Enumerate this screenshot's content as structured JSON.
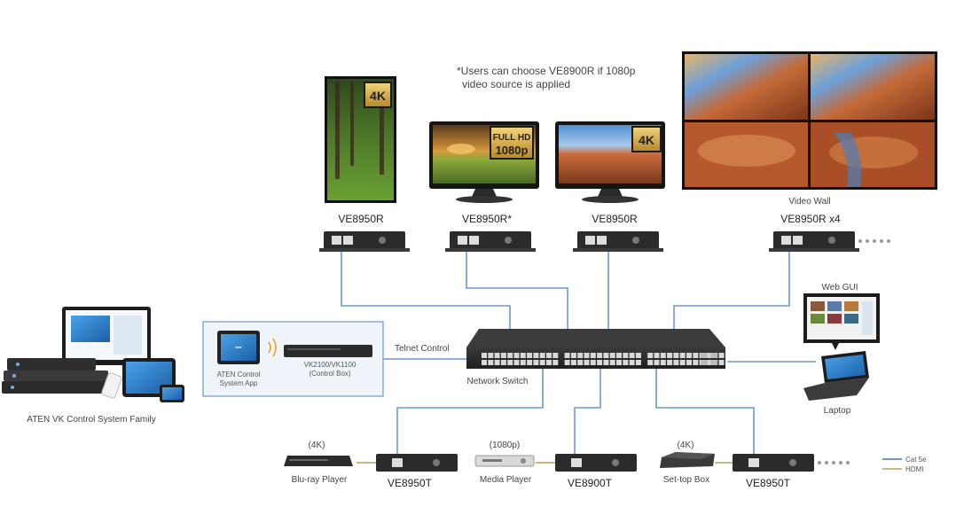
{
  "note": {
    "line1": "*Users can choose VE8900R if 1080p",
    "line2": "video source is applied"
  },
  "displays": [
    {
      "badge_line1": "4K",
      "badge_line2": ""
    },
    {
      "badge_line1": "FULL HD",
      "badge_line2": "1080p"
    },
    {
      "badge_line1": "4K",
      "badge_line2": ""
    },
    {
      "caption": "Video Wall"
    }
  ],
  "receivers": [
    {
      "model": "VE8950R"
    },
    {
      "model": "VE8950R*"
    },
    {
      "model": "VE8950R"
    },
    {
      "model": "VE8950R x4"
    }
  ],
  "switch": {
    "label": "Network Switch",
    "telnet": "Telnet Control"
  },
  "web_gui": {
    "label": "Web GUI"
  },
  "laptop": {
    "label": "Laptop"
  },
  "control": {
    "app_line1": "ATEN Control",
    "app_line2": "System App",
    "box_line1": "VK2100/VK1100",
    "box_line2": "(Control Box)"
  },
  "family": {
    "label": "ATEN VK Control System Family"
  },
  "sources": [
    {
      "res": "(4K)",
      "device": "Blu-ray Player",
      "model": "VE8950T"
    },
    {
      "res": "(1080p)",
      "device": "Media Player",
      "model": "VE8900T"
    },
    {
      "res": "(4K)",
      "device": "Set-top Box",
      "model": "VE8950T"
    }
  ],
  "legend": {
    "cat5e": "Cat 5e",
    "hdmi": "HDMI"
  },
  "colors": {
    "cat5e": "#6a9ac6",
    "hdmi": "#c8b98a",
    "device": "#2b2b2b"
  }
}
